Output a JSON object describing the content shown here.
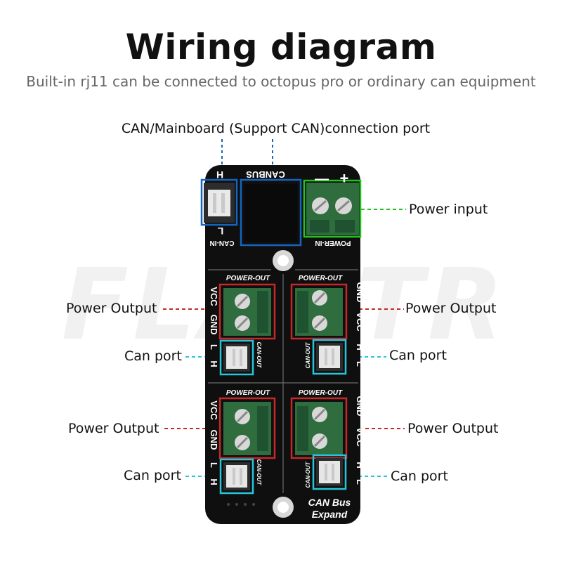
{
  "header": {
    "title": "Wiring diagram",
    "subtitle": "Built-in rj11 can be connected to octopus pro or ordinary can equipment"
  },
  "callouts": {
    "can_mainboard": "CAN/Mainboard (Support CAN)connection port",
    "power_input": "Power input",
    "power_output": "Power Output",
    "can_port": "Can port"
  },
  "watermark": "FLAPTR",
  "board": {
    "top": {
      "canbus": "CANBUS",
      "minus": "—",
      "plus": "+",
      "h": "H",
      "l": "L",
      "can_in": "CAN-IN",
      "power_in": "POWER-IN"
    },
    "modules": {
      "power_out": "POWER-OUT",
      "can_out": "CAN-OUT",
      "vcc": "VCC",
      "gnd": "GND",
      "l": "L",
      "h": "H"
    },
    "footer_line1": "CAN Bus",
    "footer_line2": "Expand"
  },
  "colors": {
    "pcb": "#0f0f10",
    "blue": "#1565c0",
    "green": "#22c41c",
    "red": "#c62828",
    "cyan": "#26c6da",
    "terminal_green": "#2f6d3f",
    "jst_gray": "#2c2c2c"
  }
}
